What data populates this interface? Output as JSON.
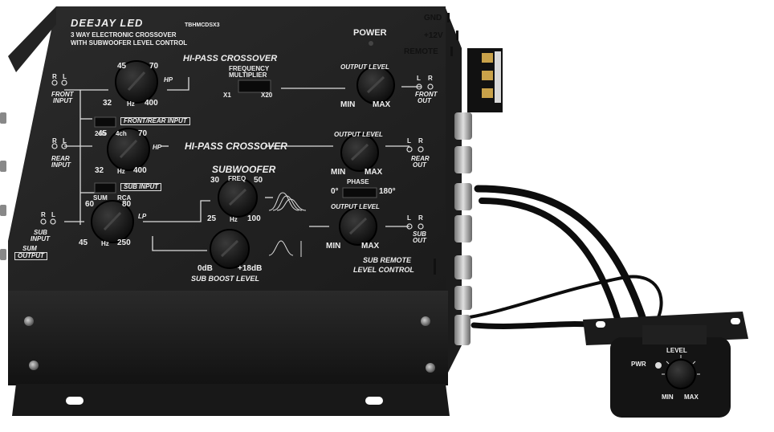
{
  "brand": {
    "logo": "DEEJAY LED",
    "model": "TBHMCDSX3",
    "tagline_1": "3 WAY ELECTRONIC CROSSOVER",
    "tagline_2": "WITH SUBWOOFER LEVEL CONTROL"
  },
  "power": {
    "label": "POWER"
  },
  "terminals": {
    "gnd": "GND",
    "v12": "+12V",
    "remote": "REMOTE"
  },
  "front": {
    "section_title": "HI-PASS CROSSOVER",
    "input_label_1": "FRONT",
    "input_label_2": "INPUT",
    "freq_low": "45",
    "freq_high": "70",
    "filter_tag": "HP",
    "range_min": "32",
    "range_unit": "Hz",
    "range_max": "400",
    "multiplier_1": "FREQUENCY",
    "multiplier_2": "MULTIPLIER",
    "x1": "X1",
    "x20": "X20",
    "output_level": "OUTPUT LEVEL",
    "min": "MIN",
    "max": "MAX",
    "out_1": "FRONT",
    "out_2": "OUT",
    "l": "L",
    "r": "R"
  },
  "switch_front_rear": {
    "label": "FRONT/REAR INPUT",
    "opt_a": "2ch",
    "opt_b": "4ch"
  },
  "rear": {
    "section_title": "HI-PASS CROSSOVER",
    "input_label_1": "REAR",
    "input_label_2": "INPUT",
    "freq_low": "45",
    "freq_high": "70",
    "filter_tag": "HP",
    "range_min": "32",
    "range_unit": "Hz",
    "range_max": "400",
    "output_level": "OUTPUT LEVEL",
    "min": "MIN",
    "max": "MAX",
    "out_1": "REAR",
    "out_2": "OUT",
    "l": "L",
    "r": "R"
  },
  "switch_sub": {
    "label": "SUB INPUT",
    "opt_a": "SUM",
    "opt_b": "RCA"
  },
  "sub": {
    "input_label_1": "SUB",
    "input_label_2": "INPUT",
    "sum_1": "SUM",
    "sum_2": "OUTPUT",
    "lp_low": "60",
    "lp_high": "80",
    "lp_tag": "LP",
    "lp_min": "45",
    "lp_unit": "Hz",
    "lp_max": "250",
    "title": "SUBWOOFER",
    "freq_label": "FREQ",
    "freq_low": "30",
    "freq_high": "50",
    "freq_min": "25",
    "freq_unit": "Hz",
    "freq_max": "100",
    "phase_label": "PHASE",
    "phase_0": "0°",
    "phase_180": "180°",
    "output_level": "OUTPUT LEVEL",
    "min": "MIN",
    "max": "MAX",
    "out_1": "SUB",
    "out_2": "OUT",
    "l": "L",
    "r": "R",
    "boost_min": "0dB",
    "boost_max": "+18dB",
    "boost_label": "SUB BOOST LEVEL",
    "remote_1": "SUB REMOTE",
    "remote_2": "LEVEL CONTROL"
  },
  "remote": {
    "pwr": "PWR",
    "level": "LEVEL",
    "min": "MIN",
    "max": "MAX"
  }
}
